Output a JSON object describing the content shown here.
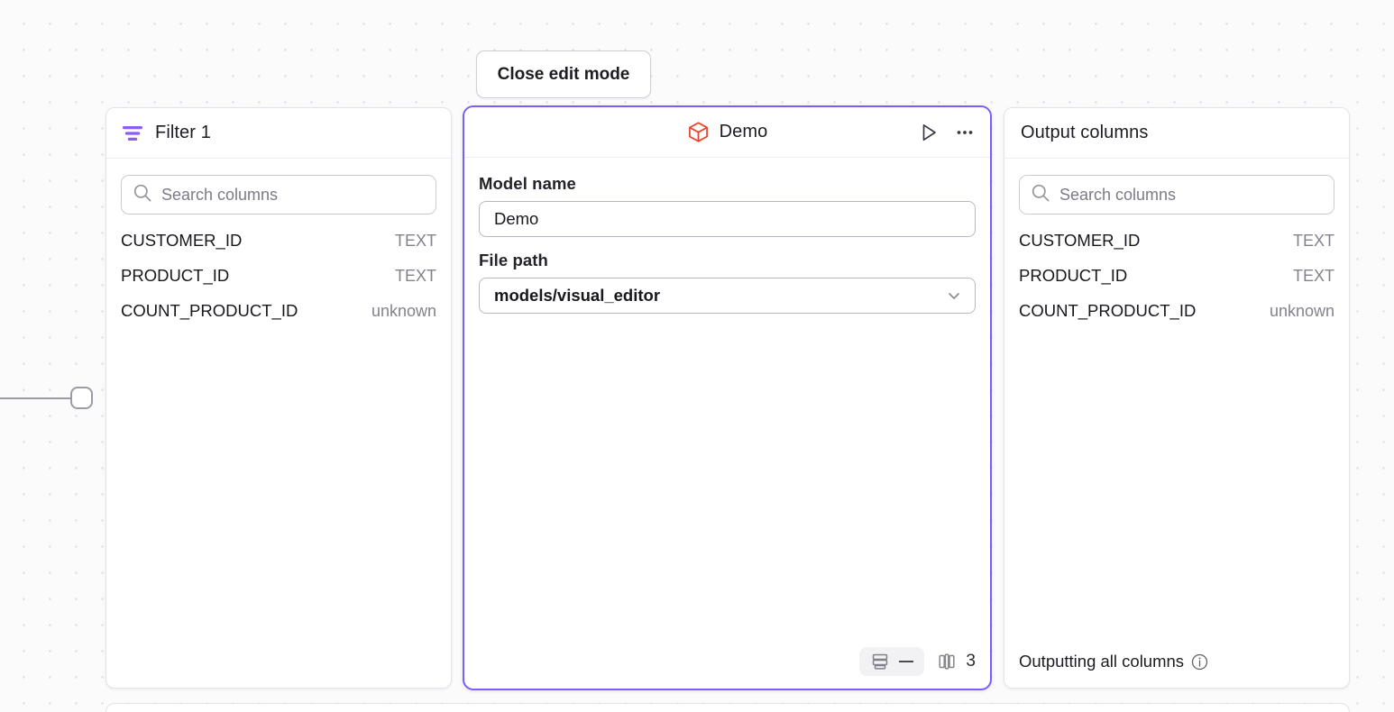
{
  "toolbar": {
    "close_edit_mode_label": "Close edit mode"
  },
  "filter_panel": {
    "title": "Filter 1",
    "icon": "filter-icon",
    "accent_color": "#8b5cf6",
    "search": {
      "placeholder": "Search columns",
      "value": "",
      "icon": "search-icon"
    },
    "columns": [
      {
        "name": "CUSTOMER_ID",
        "type": "TEXT"
      },
      {
        "name": "PRODUCT_ID",
        "type": "TEXT"
      },
      {
        "name": "COUNT_PRODUCT_ID",
        "type": "unknown"
      }
    ]
  },
  "demo_panel": {
    "title": "Demo",
    "icon": "cube-icon",
    "icon_color": "#e8452c",
    "border_color": "#7c5cfa",
    "actions": [
      {
        "name": "run-button",
        "icon": "play-icon"
      },
      {
        "name": "more-options-button",
        "icon": "ellipsis-icon"
      }
    ],
    "model_name": {
      "label": "Model name",
      "value": "Demo",
      "placeholder": "Model name"
    },
    "file_path": {
      "label": "File path",
      "value": "models/visual_editor",
      "icon": "chevron-down-icon"
    },
    "footer": {
      "rows_icon": "rows-icon",
      "rows_value": "—",
      "columns_icon": "columns-icon",
      "columns_count": "3"
    }
  },
  "output_panel": {
    "title": "Output columns",
    "search": {
      "placeholder": "Search columns",
      "value": "",
      "icon": "search-icon"
    },
    "columns": [
      {
        "name": "CUSTOMER_ID",
        "type": "TEXT"
      },
      {
        "name": "PRODUCT_ID",
        "type": "TEXT"
      },
      {
        "name": "COUNT_PRODUCT_ID",
        "type": "unknown"
      }
    ],
    "footer_text": "Outputting all columns",
    "footer_icon": "info-icon"
  }
}
